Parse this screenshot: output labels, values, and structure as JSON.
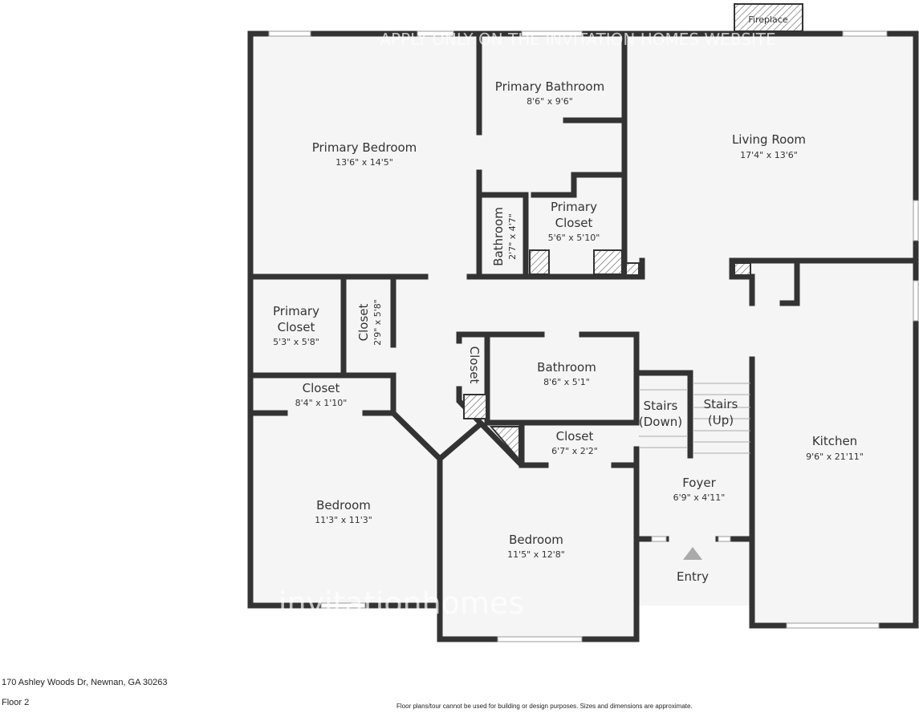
{
  "rooms": {
    "primary_bedroom": {
      "name": "Primary Bedroom",
      "dims": "13'6\" x 14'5\""
    },
    "primary_bathroom": {
      "name": "Primary Bathroom",
      "dims": "8'6\" x 9'6\""
    },
    "living_room": {
      "name": "Living Room",
      "dims": "17'4\" x 13'6\""
    },
    "bathroom_small": {
      "name": "Bathroom",
      "dims": "2'7\" x 4'7\""
    },
    "primary_closet_1": {
      "name1": "Primary",
      "name2": "Closet",
      "dims": "5'6\" x 5'10\""
    },
    "primary_closet_2": {
      "name1": "Primary",
      "name2": "Closet",
      "dims": "5'3\" x 5'8\""
    },
    "closet_vertical": {
      "name": "Closet",
      "dims": "2'9\" x 5'8\""
    },
    "closet_wide": {
      "name": "Closet",
      "dims": "8'4\" x 1'10\""
    },
    "closet_tiny": {
      "name": "Closet"
    },
    "bathroom": {
      "name": "Bathroom",
      "dims": "8'6\" x 5'1\""
    },
    "closet_lower": {
      "name": "Closet",
      "dims": "6'7\" x 2'2\""
    },
    "stairs_down": {
      "name1": "Stairs",
      "name2": "(Down)"
    },
    "stairs_up": {
      "name1": "Stairs",
      "name2": "(Up)"
    },
    "kitchen": {
      "name": "Kitchen",
      "dims": "9'6\" x 21'11\""
    },
    "foyer": {
      "name": "Foyer",
      "dims": "6'9\" x 4'11\""
    },
    "bedroom_1": {
      "name": "Bedroom",
      "dims": "11'3\" x 11'3\""
    },
    "bedroom_2": {
      "name": "Bedroom",
      "dims": "11'5\" x 12'8\""
    },
    "entry": {
      "name": "Entry"
    },
    "fireplace": {
      "name": "Fireplace"
    }
  },
  "watermarks": {
    "top": "APPLY ONLY ON THE INVITATION HOMES WEBSITE",
    "logo": "invitationhomes"
  },
  "footer": {
    "address": "170 Ashley Woods Dr, Newnan, GA 30263",
    "floor": "Floor 2",
    "disclaimer": "Floor plans/tour cannot be used for building or design purposes. Sizes and dimensions are approximate."
  }
}
